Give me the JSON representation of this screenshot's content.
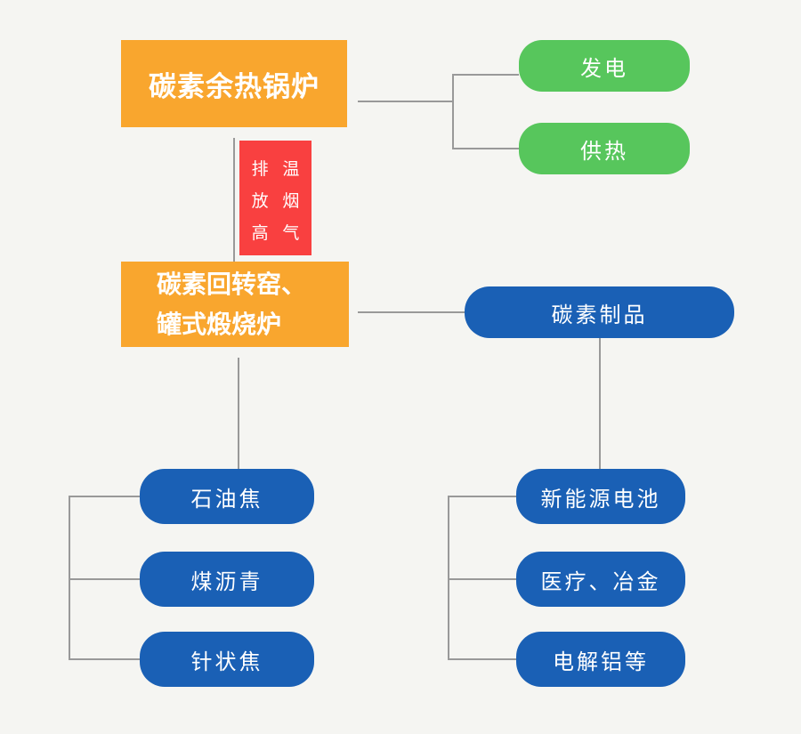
{
  "diagram": {
    "background_color": "#f5f5f2",
    "connector_color": "#999999",
    "node_colors": {
      "orange": "#f9a62e",
      "green": "#57c65c",
      "blue": "#1a60b5",
      "red": "#f94040",
      "text": "#ffffff"
    },
    "nodes": {
      "waste_heat_boiler": {
        "label": "碳素余热锅炉"
      },
      "power_generation": {
        "label": "发电"
      },
      "heat_supply": {
        "label": "供热"
      },
      "flue_gas_label": {
        "column1": "排放高",
        "column2": "温烟气"
      },
      "rotary_kiln": {
        "line1": "碳素回转窑、",
        "line2": "罐式煅烧炉"
      },
      "carbon_products": {
        "label": "碳素制品"
      },
      "petroleum_coke": {
        "label": "石油焦"
      },
      "coal_tar_pitch": {
        "label": "煤沥青"
      },
      "needle_coke": {
        "label": "针状焦"
      },
      "new_energy_battery": {
        "label": "新能源电池"
      },
      "medical_metallurgy": {
        "label": "医疗、冶金"
      },
      "electrolytic_aluminum": {
        "label": "电解铝等"
      }
    },
    "edges": [
      {
        "from": "waste_heat_boiler",
        "to": "power_generation"
      },
      {
        "from": "waste_heat_boiler",
        "to": "heat_supply"
      },
      {
        "from": "rotary_kiln",
        "to": "waste_heat_boiler",
        "via": "flue_gas_label"
      },
      {
        "from": "rotary_kiln",
        "to": "carbon_products"
      },
      {
        "from": "rotary_kiln",
        "to": "petroleum_coke"
      },
      {
        "from": "carbon_products",
        "to": "new_energy_battery"
      },
      {
        "group": [
          "petroleum_coke",
          "coal_tar_pitch",
          "needle_coke"
        ]
      },
      {
        "group": [
          "new_energy_battery",
          "medical_metallurgy",
          "electrolytic_aluminum"
        ]
      }
    ]
  }
}
